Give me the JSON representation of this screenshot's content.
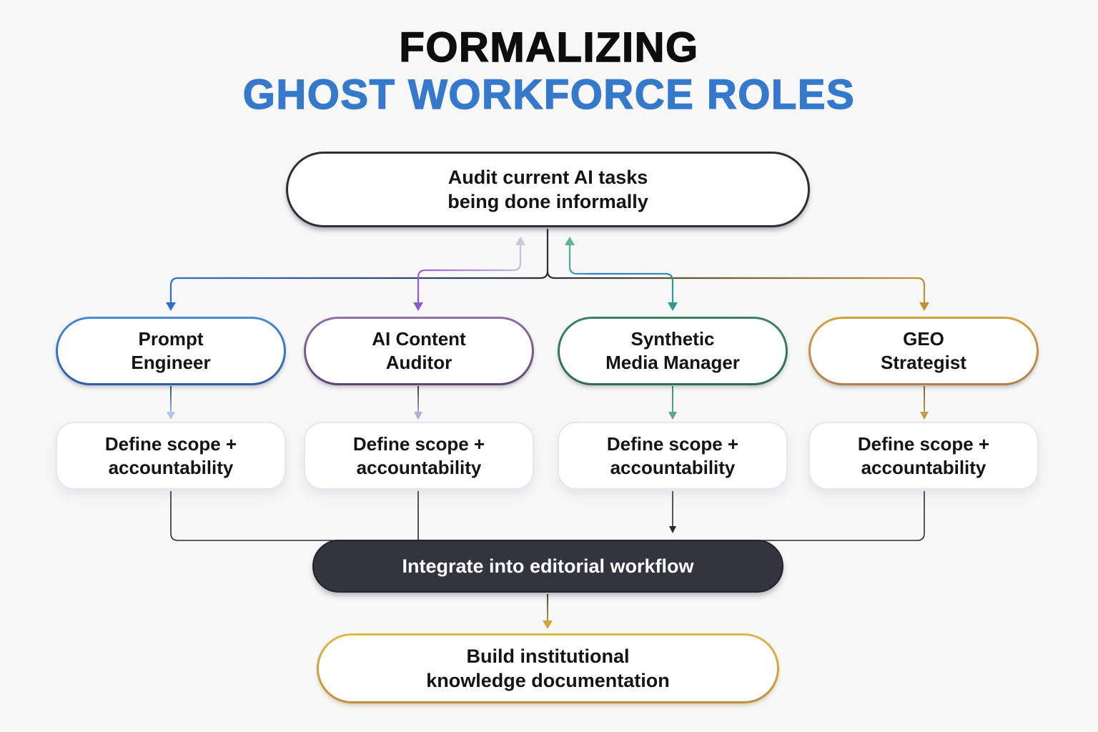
{
  "title": {
    "line1": "FORMALIZING",
    "line2": "GHOST WORKFORCE ROLES"
  },
  "colors": {
    "background": "#f8f8f8",
    "title_accent": "#3579cd",
    "text_dark": "#141414",
    "audit_border": "#2e2e3a",
    "integrate_bg": "#34343f",
    "integrate_text": "#ffffff",
    "build_border_top": "#ddb94a",
    "build_border_bottom": "#c08f3e",
    "roles": [
      {
        "name": "blue",
        "border_top": "#4a8ad8",
        "border_bottom": "#2a5ca8",
        "arrow": "#2f6fd0"
      },
      {
        "name": "purple",
        "border_top": "#9070a8",
        "border_bottom": "#5f4378",
        "arrow": "#9257cc"
      },
      {
        "name": "green",
        "border_top": "#3d8268",
        "border_bottom": "#2f6b54",
        "arrow": "#2f9c92"
      },
      {
        "name": "gold",
        "border_top": "#d2a23f",
        "border_bottom": "#b3804a",
        "arrow": "#c3922f"
      }
    ],
    "connectors": {
      "neutral": "#2e2e38",
      "pale_lavender_up_arrow": "#c9c8da",
      "seafoam_up_arrow": "#5fb38d",
      "light_blue_small_arrow": "#a9c6ec",
      "lavender_small_arrow": "#b3aed6",
      "teal_small_arrow": "#57a88c",
      "tan_small_arrow": "#c59a4a",
      "gold_bottom_arrow": "#d2a43c"
    }
  },
  "flow": {
    "audit": {
      "line1": "Audit current AI tasks",
      "line2": "being done informally"
    },
    "roles": [
      {
        "line1": "Prompt",
        "line2": "Engineer"
      },
      {
        "line1": "AI Content",
        "line2": "Auditor"
      },
      {
        "line1": "Synthetic",
        "line2": "Media Manager"
      },
      {
        "line1": "GEO",
        "line2": "Strategist"
      }
    ],
    "define": {
      "line1": "Define scope +",
      "line2": "accountability"
    },
    "integrate": {
      "label": "Integrate into editorial workflow"
    },
    "build": {
      "line1": "Build institutional",
      "line2": "knowledge documentation"
    }
  }
}
